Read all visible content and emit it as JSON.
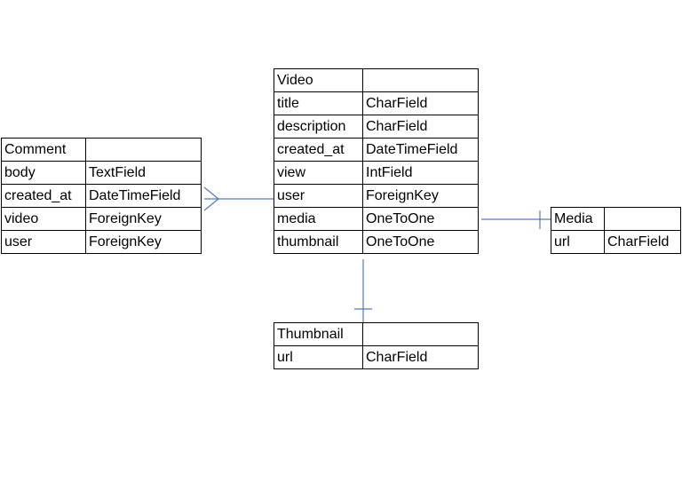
{
  "entities": {
    "comment": {
      "name": "Comment",
      "fields": [
        {
          "name": "body",
          "type": "TextField"
        },
        {
          "name": "created_at",
          "type": "DateTimeField"
        },
        {
          "name": "video",
          "type": "ForeignKey"
        },
        {
          "name": "user",
          "type": "ForeignKey"
        }
      ]
    },
    "video": {
      "name": "Video",
      "fields": [
        {
          "name": "title",
          "type": "CharField"
        },
        {
          "name": "description",
          "type": "CharField"
        },
        {
          "name": "created_at",
          "type": "DateTimeField"
        },
        {
          "name": "view",
          "type": "IntField"
        },
        {
          "name": "user",
          "type": "ForeignKey"
        },
        {
          "name": "media",
          "type": "OneToOne"
        },
        {
          "name": "thumbnail",
          "type": "OneToOne"
        }
      ]
    },
    "media": {
      "name": "Media",
      "fields": [
        {
          "name": "url",
          "type": "CharField"
        }
      ]
    },
    "thumbnail": {
      "name": "Thumbnail",
      "fields": [
        {
          "name": "url",
          "type": "CharField"
        }
      ]
    }
  },
  "relationships": [
    {
      "from": "Comment",
      "to": "Video",
      "kind": "many-to-one",
      "from_end": "crow-foot",
      "to_end": "none"
    },
    {
      "from": "Video",
      "to": "Media",
      "kind": "one-to-one",
      "from_end": "none",
      "to_end": "bar"
    },
    {
      "from": "Video",
      "to": "Thumbnail",
      "kind": "one-to-one",
      "from_end": "none",
      "to_end": "bar"
    }
  ],
  "colors": {
    "connector": "#4f7bbf",
    "border": "#000000",
    "text": "#000000",
    "background": "#ffffff"
  }
}
